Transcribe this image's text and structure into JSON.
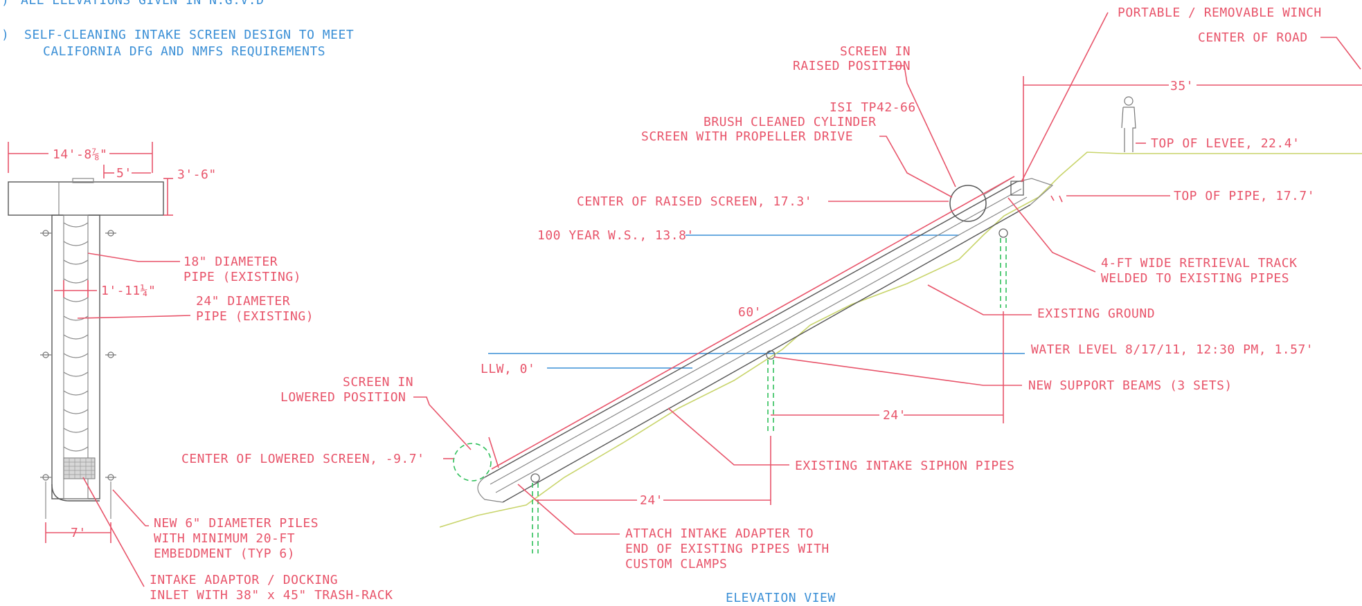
{
  "notes": {
    "note1": "ALL ELEVATIONS GIVEN IN N.G.V.D",
    "note2_line1": "SELF-CLEANING INTAKE SCREEN DESIGN TO MEET",
    "note2_line2": "CALIFORNIA DFG AND NMFS REQUIREMENTS"
  },
  "plan": {
    "dim_width": "14'-8⅞\"",
    "dim_5": "5'",
    "dim_3_6": "3'-6\"",
    "dim_1_11": "1'-11¼\"",
    "dim_7": "7'",
    "pipe18_line1": "18\" DIAMETER",
    "pipe18_line2": "PIPE (EXISTING)",
    "pipe24_line1": "24\" DIAMETER",
    "pipe24_line2": "PIPE (EXISTING)",
    "piles_line1": "NEW 6\" DIAMETER PILES",
    "piles_line2": "WITH MINIMUM 20-FT",
    "piles_line3": "EMBEDDMENT (TYP 6)",
    "adaptor_line1": "INTAKE ADAPTOR / DOCKING",
    "adaptor_line2": "INLET WITH 38\" x 45\" TRASH-RACK"
  },
  "elevation": {
    "winch": "PORTABLE / REMOVABLE WINCH",
    "center_road": "CENTER OF ROAD",
    "screen_raised_line1": "SCREEN IN",
    "screen_raised_line2": "RAISED POSITION",
    "dim_35": "35'",
    "isi_line1": "ISI TP42-66",
    "isi_line2": "BRUSH CLEANED CYLINDER",
    "isi_line3": "SCREEN WITH PROPELLER DRIVE",
    "top_levee": "TOP OF LEVEE, 22.4'",
    "center_raised": "CENTER OF RAISED SCREEN, 17.3'",
    "top_pipe": "TOP OF PIPE, 17.7'",
    "w100": "100 YEAR W.S., 13.8'",
    "track_line1": "4-FT WIDE RETRIEVAL TRACK",
    "track_line2": "WELDED TO EXISTING PIPES",
    "dim_60": "60'",
    "existing_ground": "EXISTING GROUND",
    "water_level": "WATER LEVEL 8/17/11, 12:30 PM, 1.57'",
    "llw": "LLW, 0'",
    "screen_lowered_line1": "SCREEN IN",
    "screen_lowered_line2": "LOWERED POSITION",
    "support_beams": "NEW SUPPORT BEAMS (3 SETS)",
    "dim_24_upper": "24'",
    "center_lowered": "CENTER OF LOWERED SCREEN, -9.7'",
    "siphon": "EXISTING INTAKE SIPHON PIPES",
    "dim_24_lower": "24'",
    "attach_line1": "ATTACH INTAKE ADAPTER TO",
    "attach_line2": "END OF EXISTING PIPES WITH",
    "attach_line3": "CUSTOM CLAMPS",
    "view_title": "ELEVATION VIEW"
  },
  "colors": {
    "annotation": "#e8546a",
    "water": "#3a8fd6",
    "ground": "#c8d46a",
    "piles": "#2fbf5a",
    "structure": "#888888"
  }
}
